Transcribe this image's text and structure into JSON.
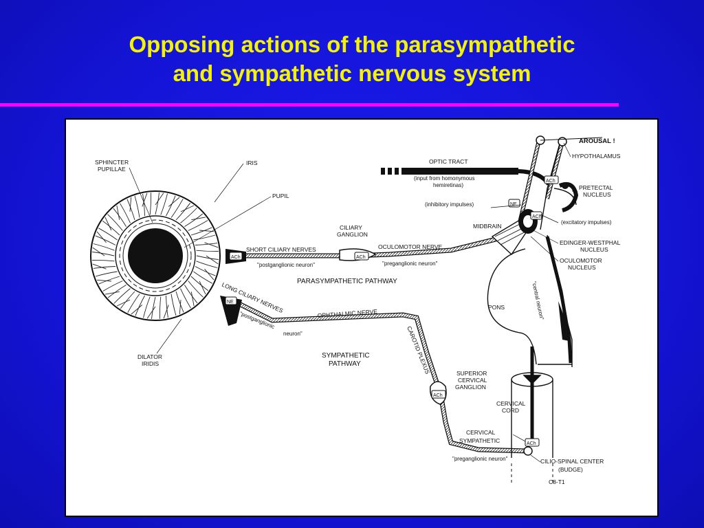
{
  "slide": {
    "title_line1": "Opposing actions of the parasympathetic",
    "title_line2": "and sympathetic nervous system"
  },
  "diagram": {
    "sphincter": [
      "SPHINCTER",
      "PUPILLAE"
    ],
    "iris": "IRIS",
    "pupil": "PUPIL",
    "dilator": [
      "DILATOR",
      "IRIDIS"
    ],
    "arousal": "AROUSAL !",
    "hypothalamus": "HYPOTHALAMUS",
    "optic_tract": "OPTIC TRACT",
    "input_homonymous": [
      "(input from homonymous",
      "hemiretinas)"
    ],
    "pretectal": [
      "PRETECTAL",
      "NUCLEUS"
    ],
    "inhibitory": "(inhibitory impulses)",
    "excitatory": "(excitatory impulses)",
    "midbrain": "MIDBRAIN",
    "edinger": [
      "EDINGER-WESTPHAL",
      "NUCLEUS"
    ],
    "oculomotor_nucleus": [
      "OCULOMOTOR",
      "NUCLEUS"
    ],
    "ciliary_ganglion": [
      "CILIARY",
      "GANGLION"
    ],
    "short_ciliary": "SHORT CILIARY NERVES",
    "oculomotor_nerve": "OCULOMOTOR NERVE",
    "postganglionic": "\"postganglionic neuron\"",
    "preganglionic": "\"preganglionic neuron\"",
    "parasympathetic_pathway": "PARASYMPATHETIC PATHWAY",
    "long_ciliary": "LONG CILIARY NERVES",
    "ophthalmic": "OPHTHALMIC NERVE",
    "postganglionic_neuron_split": [
      "\"postganglionic",
      "neuron\""
    ],
    "carotid": "CAROTID PLEXUS",
    "sympathetic_pathway": [
      "SYMPATHETIC",
      "PATHWAY"
    ],
    "pons": "PONS",
    "central_neuron": "\"central neuron\"",
    "superior_cervical": [
      "SUPERIOR",
      "CERVICAL",
      "GANGLION"
    ],
    "cervical_cord": [
      "CERVICAL",
      "CORD"
    ],
    "cervical_sympathetic": [
      "CERVICAL",
      "SYMPATHETIC"
    ],
    "preganglionic_lower": "\"preganglionic neuron\"",
    "ciliospinal": "CILIO-SPINAL CENTER",
    "budge": "(BUDGE)",
    "c8t1": "C8-T1",
    "ach": "ACh",
    "ne": "NE"
  }
}
